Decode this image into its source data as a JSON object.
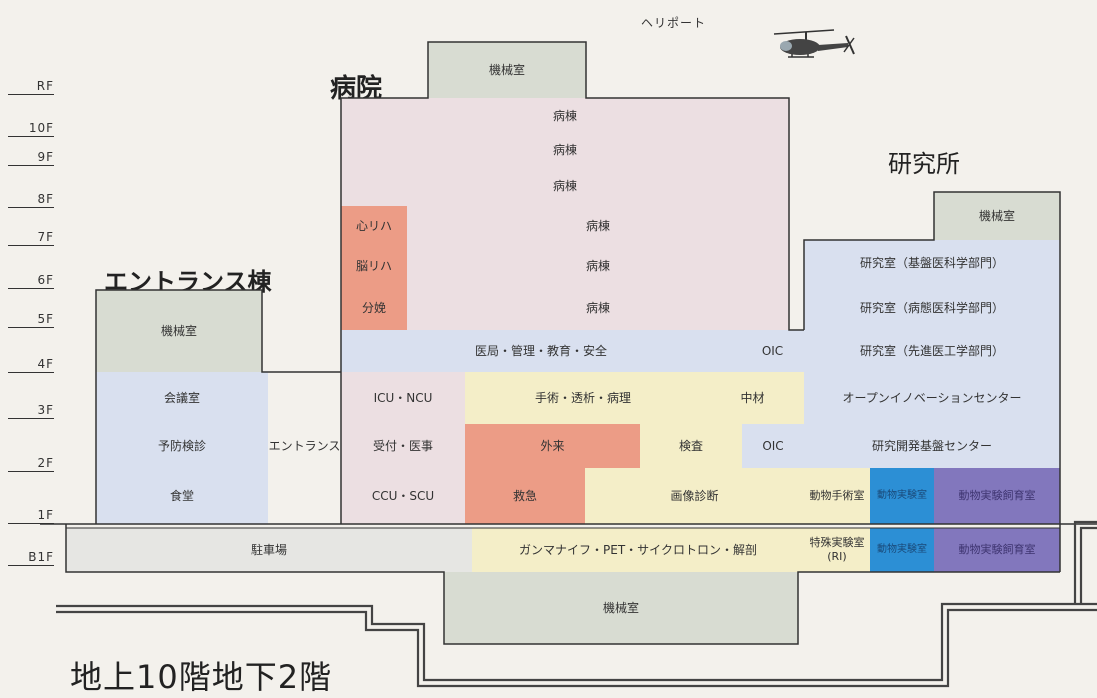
{
  "floors": [
    "RF",
    "10F",
    "9F",
    "8F",
    "7F",
    "6F",
    "5F",
    "4F",
    "3F",
    "2F",
    "1F",
    "B1F"
  ],
  "titles": {
    "hospital": "病院",
    "research": "研究所",
    "entrance_building": "エントランス棟",
    "bottom": "地上10階地下2階"
  },
  "heliport": "ヘリポート",
  "helicopter_icon": "helicopter-icon",
  "hospital": {
    "machine_room_top": "機械室",
    "ward_label": "病棟",
    "cardiac_rehab": "心リハ",
    "brain_rehab": "脳リハ",
    "delivery": "分娩",
    "floor4": "医局・管理・教育・安全",
    "oic": "OIC",
    "icu": "ICU・NCU",
    "surgery": "手術・透析・病理",
    "central_supply": "中材",
    "reception": "受付・医事",
    "outpatient": "外来",
    "exam": "検査",
    "ccu": "CCU・SCU",
    "emergency": "救急",
    "imaging": "画像診断",
    "b1": "ガンマナイフ・PET・サイクロトロン・解剖",
    "machine_room_b2": "機械室"
  },
  "entrance_building": {
    "machine_room": "機械室",
    "conference": "会議室",
    "checkup": "予防検診",
    "cafeteria": "食堂",
    "entrance": "エントランス",
    "parking": "駐車場"
  },
  "research": {
    "machine_room": "機械室",
    "lab_basic": "研究室（基盤医科学部門）",
    "lab_pathology": "研究室（病態医科学部門）",
    "lab_advanced": "研究室（先進医工学部門）",
    "open_innovation": "オープンイノベーションセンター",
    "rd_center": "研究開発基盤センター",
    "animal_surgery": "動物手術室",
    "animal_lab": "動物実験室",
    "animal_breeding": "動物実験飼育室",
    "special_lab": "特殊実験室",
    "special_lab_ri": "(RI)"
  },
  "colors": {
    "machine": "#d8dcd2",
    "ward": "#ecdfe2",
    "salmon": "#ec9c86",
    "blue_light": "#d9e0ef",
    "yellow": "#f4eec8",
    "cyan": "#2c8fd5",
    "purple": "#8277bd"
  }
}
